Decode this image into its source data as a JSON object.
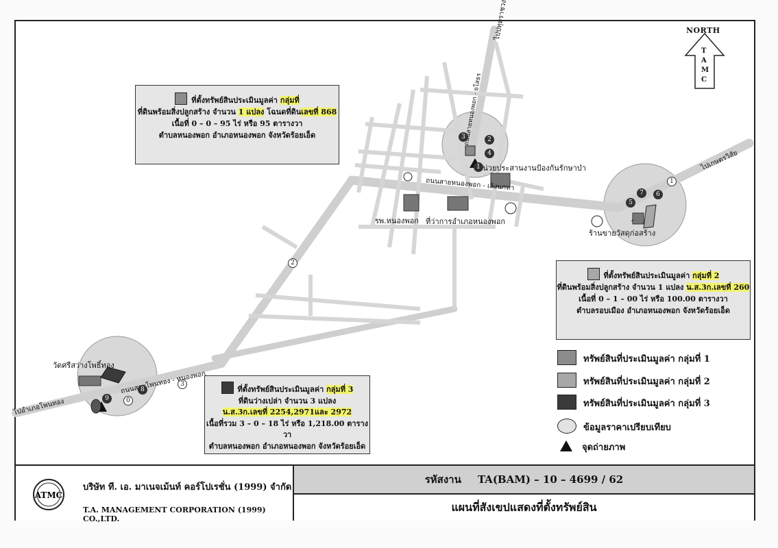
{
  "north": {
    "title": "NORTH",
    "letters": [
      "T",
      "A",
      "M",
      "C"
    ]
  },
  "roads": {
    "to_pattana": "ไปปทุมราชวงศา",
    "to_kaset": "ไปเกษตรวิสัย",
    "to_phanomthong": "ไปอำเภอโพนทอง",
    "main_road": "ถนนสายหนองพอก - เลิงนกทา",
    "north_road": "ถนนสายหนองพอก - ยโสธร",
    "sw_road": "ถนนสายโพนทอง - หนองพอก"
  },
  "places": {
    "forest_unit": "หน่วยประสานงานป้องกันรักษาป่า",
    "hospital": "รพ.หนองพอก",
    "district_office": "ที่ว่าการอำเภอหนองพอก",
    "construction_shop": "ร้านขายวัสดุก่อสร้าง",
    "temple": "วัดศรีสว่างโพธิ์ทอง"
  },
  "markers": {
    "route_2": "2",
    "route_3": "3",
    "route_1": "1",
    "c1": [
      "3",
      "2",
      "4",
      "1"
    ],
    "c2": [
      "7",
      "6",
      "5"
    ],
    "c3": [
      "8",
      "9",
      "0"
    ]
  },
  "box1": {
    "line1": "ที่ตั้งทรัพย์สินประเมินมูลค่า ",
    "line1_hl": "กลุ่มที่",
    "line2a": "ที่ดินพร้อมสิ่งปลูกสร้าง จำนวน ",
    "line2b": "1 แปลง",
    "line2c": " โฉนดที่ดิน",
    "line2d": "เลขที่ 868",
    "line3": "เนื้อที่ 0 – 0 – 95 ไร่ หรือ 95 ตารางวา",
    "line4": "ตำบลหนองพอก อำเภอหนองพอก จังหวัดร้อยเอ็ด"
  },
  "box2": {
    "line1": "ที่ตั้งทรัพย์สินประเมินมูลค่า ",
    "line1_hl": "กลุ่มที่ 2",
    "line2a": "ที่ดินพร้อมสิ่งปลูกสร้าง จำนวน 1 แปลง ",
    "line2b": "น.ส.3ก.เลขที่ 260",
    "line3": "เนื้อที่ 0 – 1 – 00 ไร่ หรือ 100.00 ตารางวา",
    "line4": "ตำบลรอบเมือง อำเภอหนองพอก จังหวัดร้อยเอ็ด"
  },
  "box3": {
    "line1": "ที่ตั้งทรัพย์สินประเมินมูลค่า ",
    "line1_hl": "กลุ่มที่ 3",
    "line2": "ที่ดินว่างเปล่า จำนวน 3 แปลง",
    "line3": "น.ส.3ก.เลขที่ 2254,2971และ 2972",
    "line4": "เนื้อที่รวม 3 – 0 – 18 ไร่ หรือ 1,218.00 ตารางวา",
    "line5": "ตำบลหนองพอก อำเภอหนองพอก จังหวัดร้อยเอ็ด"
  },
  "legend": {
    "g1": "ทรัพย์สินที่ประเมินมูลค่า กลุ่มที่ 1",
    "g2": "ทรัพย์สินที่ประเมินมูลค่า กลุ่มที่ 2",
    "g3": "ทรัพย์สินที่ประเมินมูลค่า กลุ่มที่ 3",
    "compare": "ข้อมูลราคาเปรียบเทียบ",
    "photo": "จุดถ่ายภาพ"
  },
  "footer": {
    "company_th": "บริษัท ที. เอ. มาเนจเม้นท์ คอร์โปเรชั่น (1999) จำกัด",
    "company_en": "T.A. MANAGEMENT CORPORATION (1999) CO.,LTD.",
    "code_label": "รหัสงาน",
    "code_value": "TA(BAM) – 10 – 4699 / 62",
    "title": "แผนที่สังเขปแสดงที่ตั้งทรัพย์สิน",
    "logo_text": "ATMC"
  },
  "colors": {
    "group1": "#8c8c8c",
    "group2": "#a8a8a8",
    "group3": "#3a3a3a",
    "road": "#d0d0d0",
    "compare_zone": "#d8d8d8",
    "highlight": "#f3f36a"
  }
}
